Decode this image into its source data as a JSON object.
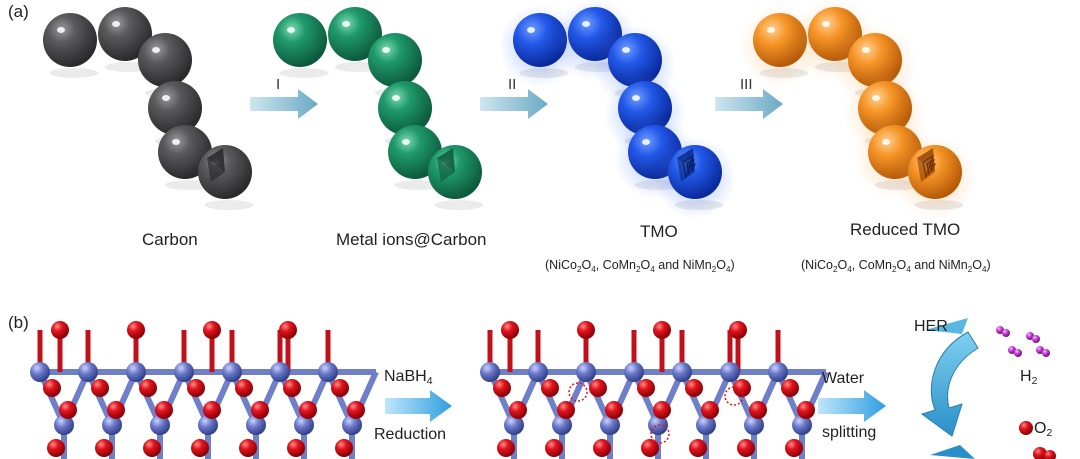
{
  "panel_a": {
    "label": "(a)",
    "stages": [
      {
        "name": "Carbon",
        "color": "#4a4a4c"
      },
      {
        "name": "Metal ions@Carbon",
        "color": "#1f8a63"
      },
      {
        "name": "TMO",
        "color": "#1f55e0"
      },
      {
        "name": "Reduced TMO",
        "color": "#f08c1c"
      }
    ],
    "steps": [
      "I",
      "II",
      "III"
    ],
    "formula_parts": {
      "open": "(NiCo",
      "s1": "2",
      "o1": "O",
      "s2": "4",
      "mid1": ", CoMn",
      "s3": "2",
      "o2": "O",
      "s4": "4",
      "mid2": " and NiMn",
      "s5": "2",
      "o3": "O",
      "s6": "4",
      "close": ")"
    }
  },
  "panel_b": {
    "label": "(b)",
    "reagent_parts": {
      "main": "NaBH",
      "sub": "4"
    },
    "process_1": "Reduction",
    "process_2_line1": "Water",
    "process_2_line2": "splitting",
    "her": "HER",
    "h2_parts": {
      "main": "H",
      "sub": "2"
    },
    "o2_parts": {
      "main": "O",
      "sub": "2"
    },
    "colors": {
      "oxygen": "#e0141c",
      "metal": "#6a78c8",
      "vacancy": "#e0141c",
      "h2": "#c03ad0",
      "arrow": "#3ea7e0"
    }
  }
}
